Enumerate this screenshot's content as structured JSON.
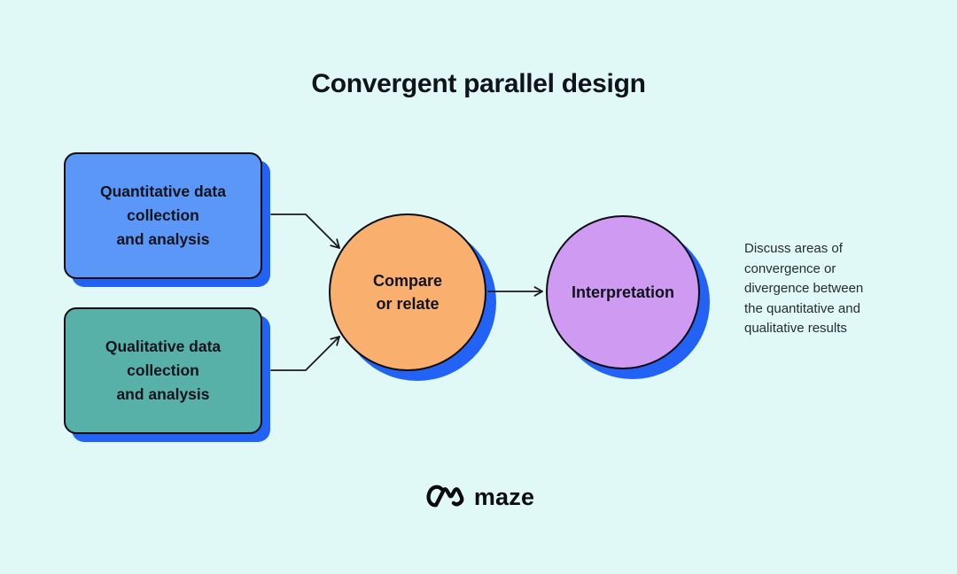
{
  "title": "Convergent parallel design",
  "colors": {
    "background": "#e0f8f6",
    "box_blue": "#5b97f7",
    "box_teal": "#57b1a9",
    "circle_orange": "#f9b06e",
    "circle_purple": "#cf9af2",
    "shadow_blue": "#2263f6",
    "outline": "#0d0d15",
    "text_dark": "#10131c"
  },
  "nodes": {
    "quantitative": {
      "label": "Quantitative data\ncollection\nand analysis"
    },
    "qualitative": {
      "label": "Qualitative data\ncollection\nand analysis"
    },
    "compare": {
      "label": "Compare\nor relate"
    },
    "interpretation": {
      "label": "Interpretation"
    }
  },
  "edges": [
    {
      "from": "quantitative",
      "to": "compare"
    },
    {
      "from": "qualitative",
      "to": "compare"
    },
    {
      "from": "compare",
      "to": "interpretation"
    }
  ],
  "annotation": {
    "text": "Discuss areas of\nconvergence or\ndivergence between\nthe quantitative and\nqualitative results"
  },
  "footer": {
    "brand": "maze",
    "icon": "maze-logo-icon"
  }
}
